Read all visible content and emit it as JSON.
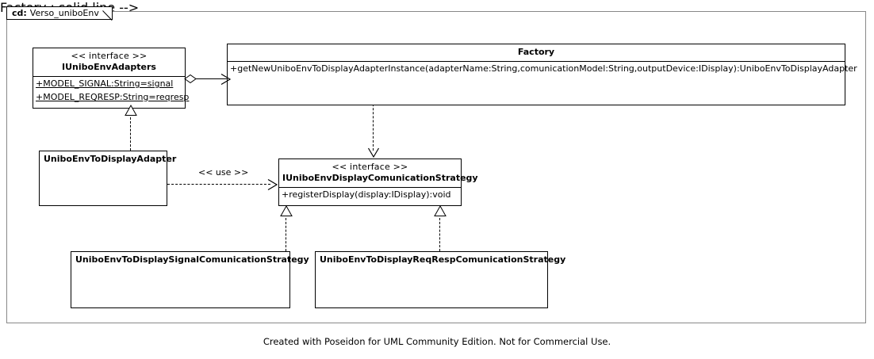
{
  "diagram": {
    "frame": {
      "kind_label": "cd:",
      "name": "Verso_uniboEnv"
    },
    "footer": "Created with Poseidon for UML Community Edition. Not for Commercial Use.",
    "classes": {
      "iunibo_env_adapters": {
        "stereotype": "<< interface >>",
        "name": "IUniboEnvAdapters",
        "attributes": [
          "+MODEL_SIGNAL:String=signal",
          "+MODEL_REQRESP:String=reqresp"
        ]
      },
      "factory": {
        "name": "Factory",
        "operations": [
          "+getNewUniboEnvToDisplayAdapterInstance(adapterName:String,comunicationModel:String,outputDevice:IDisplay):UniboEnvToDisplayAdapter"
        ]
      },
      "unibo_env_to_display_adapter": {
        "name": "UniboEnvToDisplayAdapter"
      },
      "iunibo_env_display_comunication_strategy": {
        "stereotype": "<< interface >>",
        "name": "IUniboEnvDisplayComunicationStrategy",
        "operations": [
          "+registerDisplay(display:IDisplay):void"
        ]
      },
      "signal_strategy": {
        "name": "UniboEnvToDisplaySignalComunicationStrategy"
      },
      "reqresp_strategy": {
        "name": "UniboEnvToDisplayReqRespComunicationStrategy"
      }
    },
    "relations": {
      "use_dependency_label": "<< use >>"
    }
  }
}
